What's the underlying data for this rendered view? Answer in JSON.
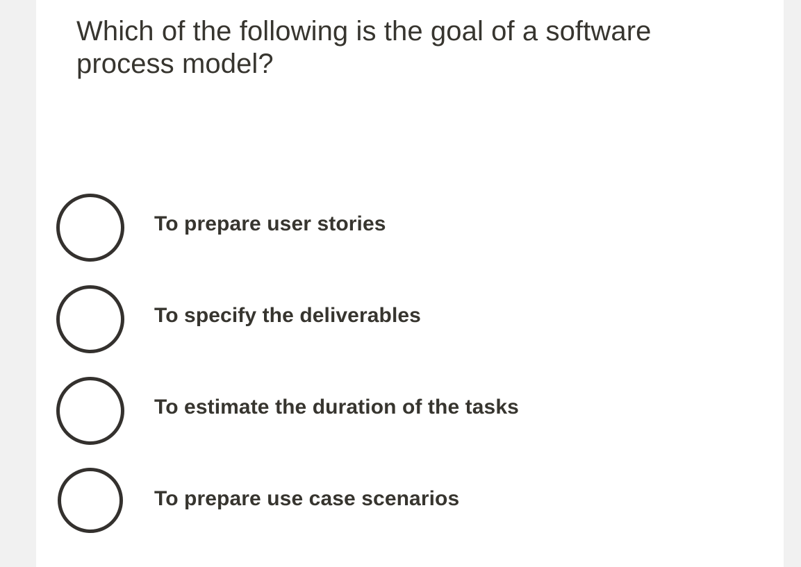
{
  "colors": {
    "page_background": "#f1f1f1",
    "card_background": "#ffffff",
    "text": "#37352f",
    "radio_border": "#34312e"
  },
  "quiz": {
    "question": "Which of the following is the goal of a software process model?",
    "options": [
      {
        "label": "To prepare user stories",
        "selected": false
      },
      {
        "label": "To specify the deliverables",
        "selected": false
      },
      {
        "label": "To estimate the duration of the tasks",
        "selected": false
      },
      {
        "label": "To prepare use case scenarios",
        "selected": false
      }
    ]
  }
}
